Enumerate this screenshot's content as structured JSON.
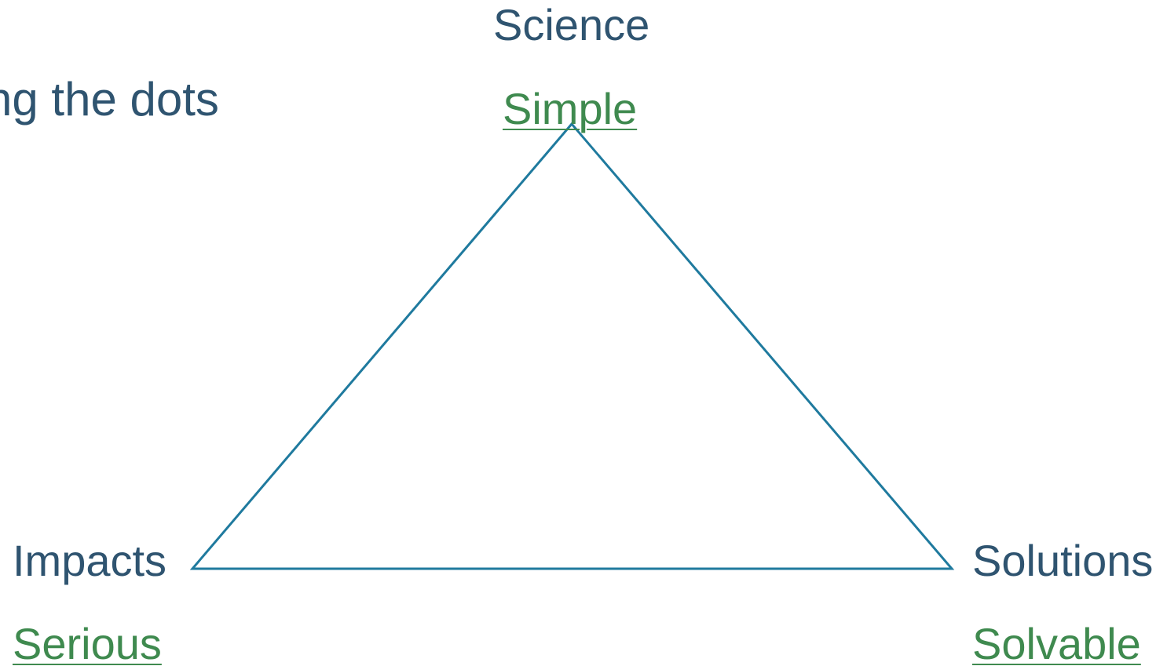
{
  "slide": {
    "title": "ng the dots"
  },
  "nodes": {
    "top": {
      "title": "Science",
      "subtitle": "Simple"
    },
    "left": {
      "title": "Impacts",
      "subtitle": "Serious"
    },
    "right": {
      "title": "Solutions",
      "subtitle": "Solvable"
    }
  },
  "colors": {
    "title_text": "#2f5470",
    "subtitle_text": "#3f8a4f",
    "triangle_stroke": "#1f7a9e",
    "background": "#ffffff"
  }
}
